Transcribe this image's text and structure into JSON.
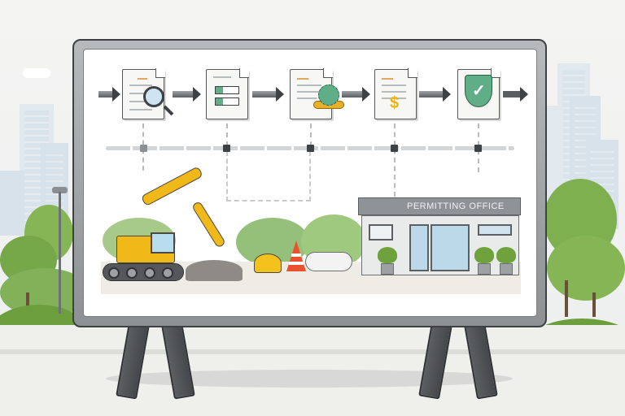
{
  "scene": {
    "description": "Illustrated billboard on an easel stand in a city park showing a construction permit process flow",
    "colors": {
      "board_frame": "#8e9194",
      "board_surface": "#ffffff",
      "accent_green": "#5fae87",
      "accent_gold": "#f1b81a",
      "cone_orange": "#e8522f",
      "sky": "#f4f4f2",
      "city_blue": "#d7e2ea",
      "foliage": "#6fa23d"
    }
  },
  "process_flow": {
    "steps": [
      {
        "name": "application-review",
        "icon": "document-magnifier-icon"
      },
      {
        "name": "form-checklist",
        "icon": "document-checklist-icon"
      },
      {
        "name": "official-seal",
        "icon": "document-seal-icon"
      },
      {
        "name": "fee-payment",
        "icon": "document-dollar-icon"
      },
      {
        "name": "approval",
        "icon": "document-shield-check-icon"
      }
    ],
    "timeline_nodes": 5
  },
  "building": {
    "sign_text": "PERMITTING OFFICE"
  },
  "construction": {
    "items": [
      "excavator",
      "dirt-pile",
      "hard-hat",
      "traffic-cone",
      "pipe-rolls"
    ]
  },
  "symbols": {
    "dollar": "$",
    "check": "✓"
  }
}
